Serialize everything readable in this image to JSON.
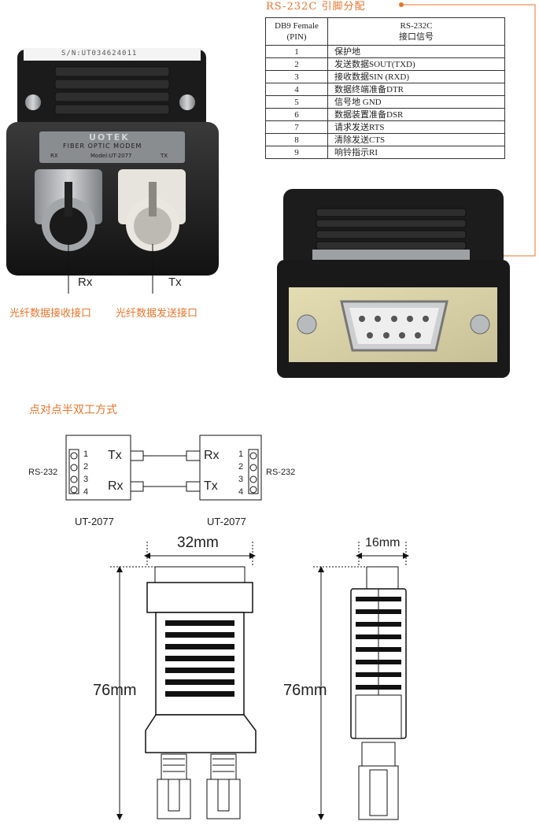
{
  "table_title": "RS-232C 引脚分配",
  "table": {
    "headers": [
      [
        "DB9 Female",
        "(PIN)"
      ],
      [
        "RS-232C",
        "接口信号"
      ]
    ],
    "rows": [
      {
        "pin": "1",
        "signal": "保护地"
      },
      {
        "pin": "2",
        "signal": "发送数据SOUT(TXD)"
      },
      {
        "pin": "3",
        "signal": "接收数据SIN (RXD)"
      },
      {
        "pin": "4",
        "signal": "数据终端准备DTR"
      },
      {
        "pin": "5",
        "signal": "信号地 GND"
      },
      {
        "pin": "6",
        "signal": "数据装置准备DSR"
      },
      {
        "pin": "7",
        "signal": "请求发送RTS"
      },
      {
        "pin": "8",
        "signal": "清除发送CTS"
      },
      {
        "pin": "9",
        "signal": "响铃指示RI"
      }
    ]
  },
  "product": {
    "serial_label": "S/N:UT034624011",
    "brand": "UOTEK",
    "device_name": "FIBER OPTIC MODEM",
    "rx_small": "RX",
    "model_small": "Model:UT-2077",
    "tx_small": "TX",
    "rx_label": "Rx",
    "tx_label": "Tx",
    "rx_caption": "光纤数据接收接口",
    "tx_caption": "光纤数据发送接口"
  },
  "diagram": {
    "title": "点对点半双工方式",
    "left_side_label": "RS-232",
    "right_side_label": "RS-232",
    "pins": [
      "1",
      "2",
      "3",
      "4"
    ],
    "left_tx": "Tx",
    "left_rx": "Rx",
    "right_rx": "Rx",
    "right_tx": "Tx",
    "left_model": "UT-2077",
    "right_model": "UT-2077"
  },
  "dimensions": {
    "front_width": "32mm",
    "front_height": "76mm",
    "side_width": "16mm",
    "side_height": "76mm"
  },
  "colors": {
    "accent": "#e8742c",
    "device_black": "#1d1d1d",
    "label_grey": "#8a8d90",
    "connector_plate": "#d9d2a8"
  }
}
